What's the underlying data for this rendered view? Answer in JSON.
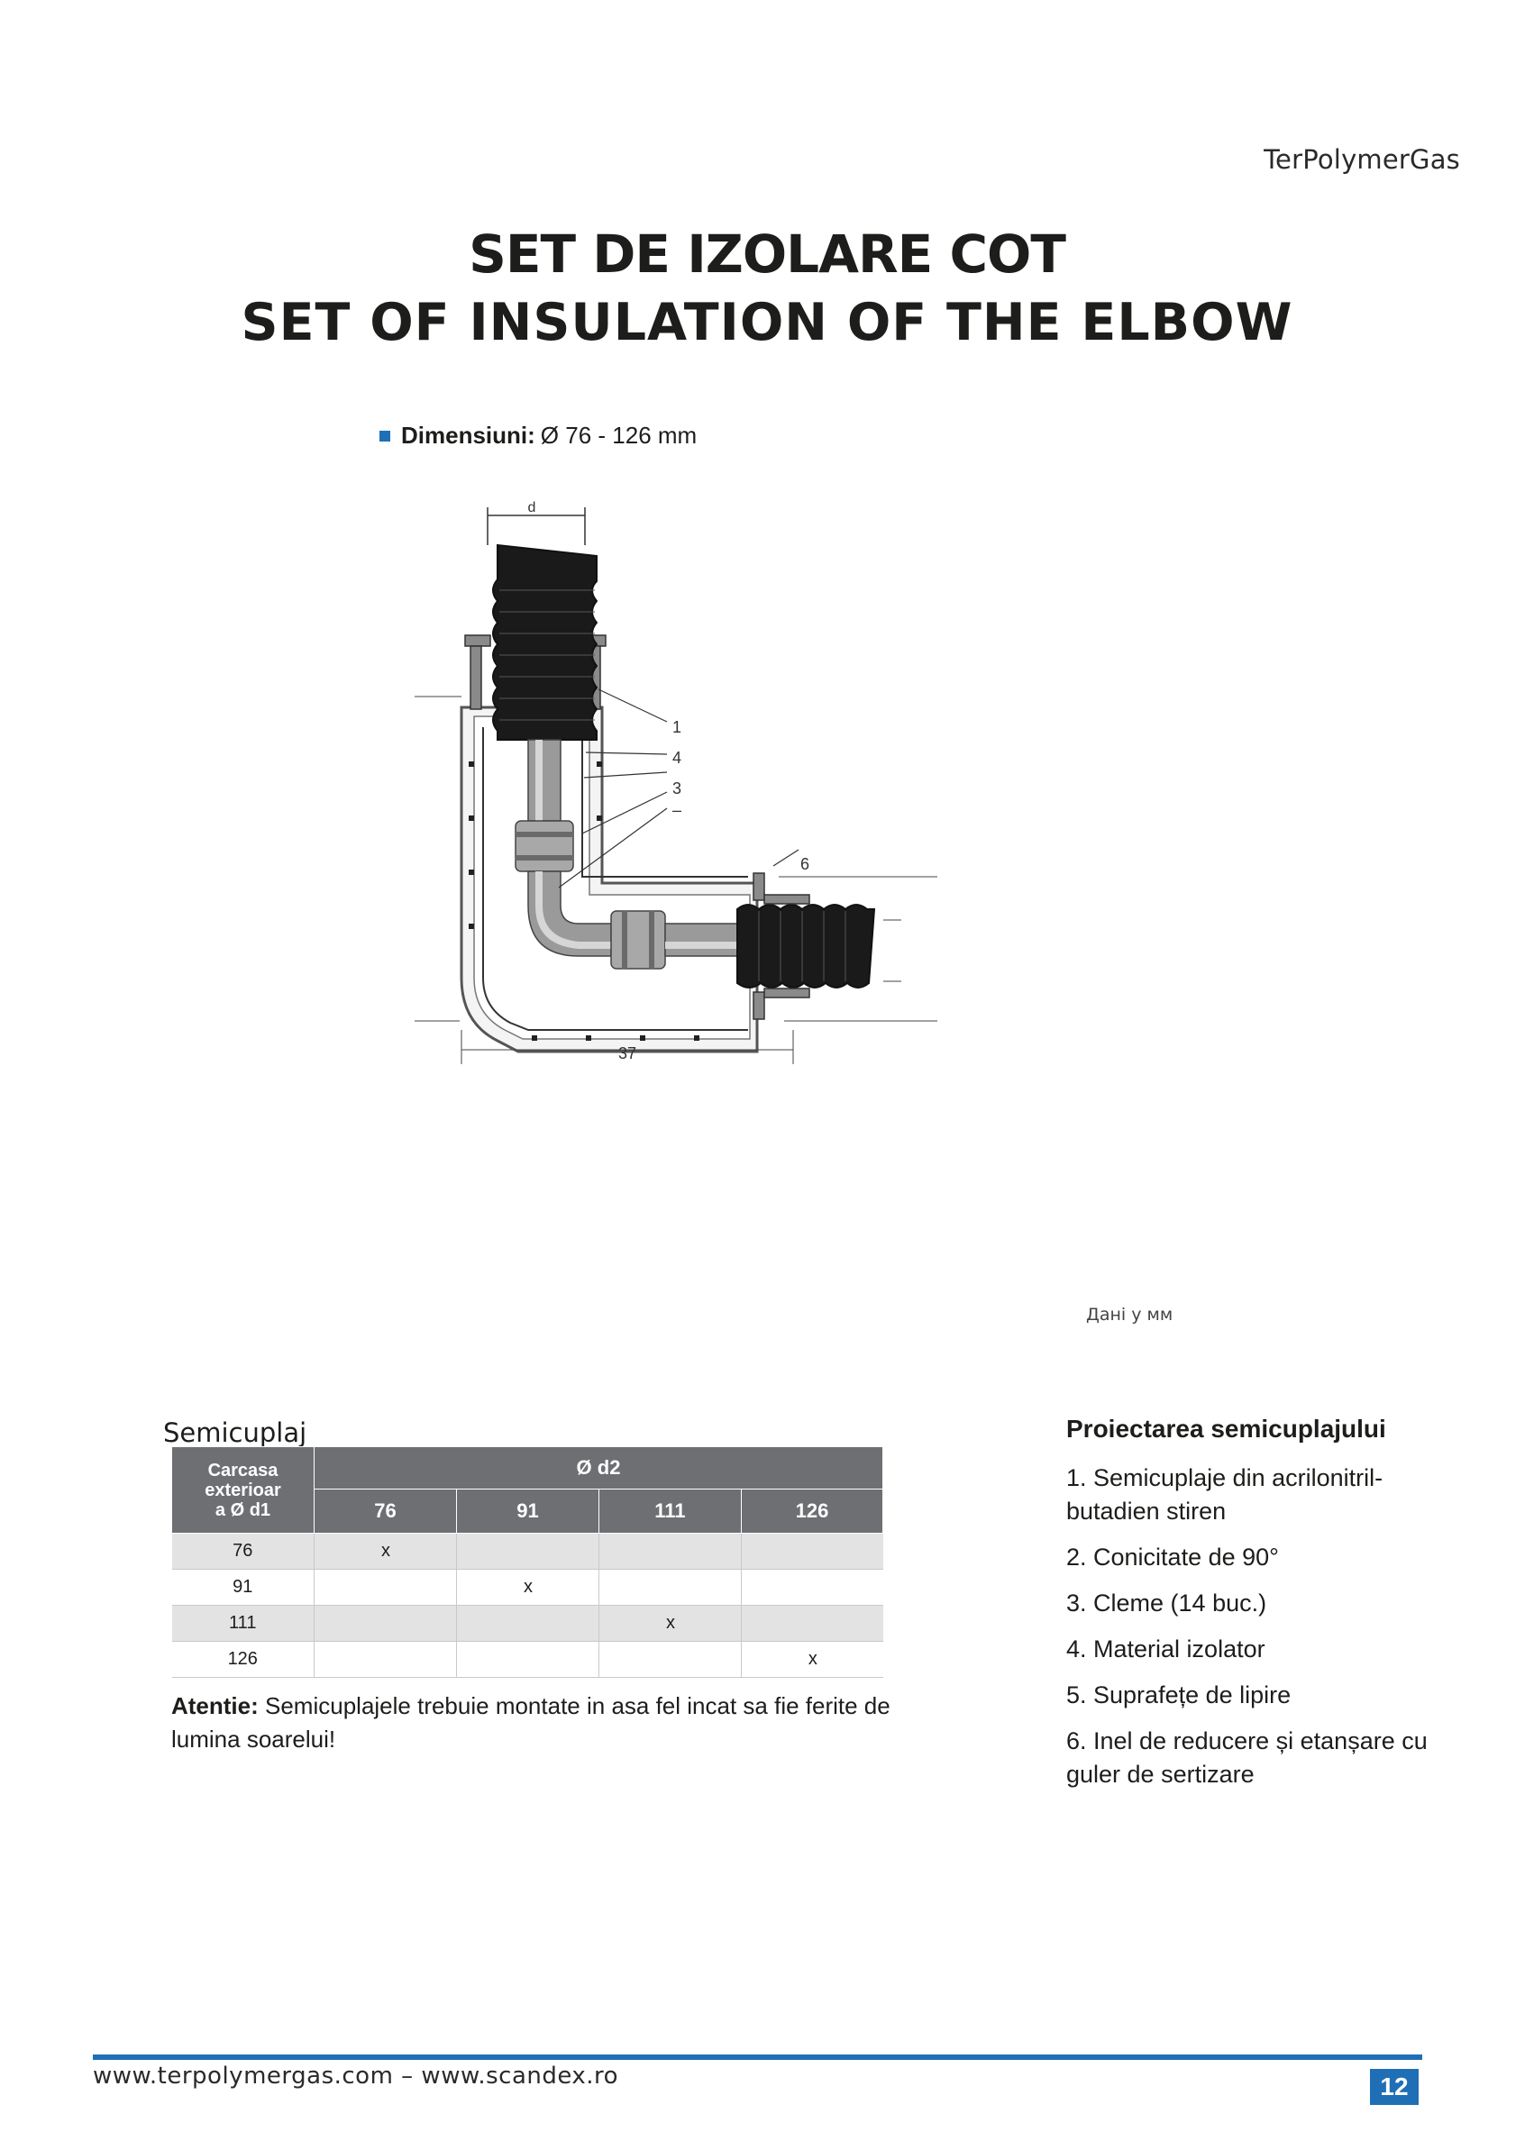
{
  "header": {
    "brand": "TerPolymerGas"
  },
  "titles": {
    "ro": "SET DE IZOLARE COT",
    "en": "SET OF INSULATION OF THE ELBOW"
  },
  "dimensions": {
    "label": "Dimensiuni:",
    "value": "Ø 76 - 126 mm"
  },
  "drawing": {
    "dim_top": "d",
    "dim_bottom": "37",
    "callouts": [
      "1",
      "4",
      "3",
      "–",
      "6"
    ]
  },
  "units_note": "Дані у мм",
  "table": {
    "title": "Semicuplaj",
    "corner_header": [
      "Carcasa",
      "exterioar",
      "a Ø d1"
    ],
    "group_header": "Ø d2",
    "columns": [
      "76",
      "91",
      "111",
      "126"
    ],
    "rows": [
      {
        "d1": "76",
        "cells": [
          "x",
          "",
          "",
          ""
        ]
      },
      {
        "d1": "91",
        "cells": [
          "",
          "x",
          "",
          ""
        ]
      },
      {
        "d1": "111",
        "cells": [
          "",
          "",
          "x",
          ""
        ]
      },
      {
        "d1": "126",
        "cells": [
          "",
          "",
          "",
          "x"
        ]
      }
    ]
  },
  "attention": {
    "label": "Atentie:",
    "text": " Semicuplajele trebuie montate in asa fel incat sa fie ferite de lumina soarelui!"
  },
  "components": {
    "title": "Proiectarea semicuplajului",
    "items": [
      "1. Semicuplaje din acrilonitril-butadien stiren",
      "2. Conicitate de 90°",
      "3. Cleme (14 buc.)",
      "4. Material izolator",
      "5. Suprafețe de lipire",
      "6. Inel de reducere și etanșare cu guler de sertizare"
    ]
  },
  "footer": {
    "urls": "www.terpolymergas.com – www.scandex.ro",
    "page": "12"
  },
  "colors": {
    "accent": "#1f6fb7",
    "table_header": "#6e6f73",
    "row_shade": "#e3e3e3"
  }
}
